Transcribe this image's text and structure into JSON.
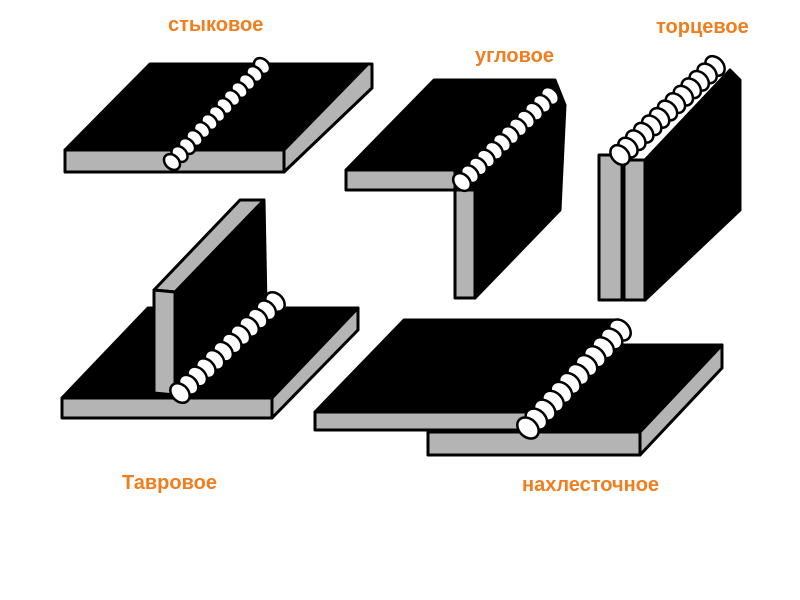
{
  "labels": {
    "butt": "стыковое",
    "corner": "угловое",
    "edge": "торцевое",
    "tee": "Тавровое",
    "lap": "нахлесточное"
  },
  "colors": {
    "label": "#f07d1e",
    "plate_top": "#000000",
    "plate_edge": "#b4b4b4",
    "weld": "#ffffff"
  }
}
